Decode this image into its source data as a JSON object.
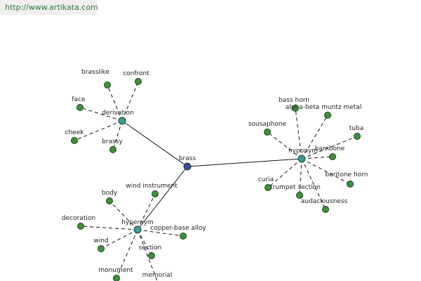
{
  "header": {
    "url": "http://www.artikata.com"
  },
  "colors": {
    "center": "#3a4fa0",
    "relation": "#3a9c9c",
    "leaf": "#3f8f3f",
    "stroke": "#1f3f1f",
    "edge": "#111111",
    "link": "#2c7a2c"
  },
  "graph": {
    "center": {
      "id": "brass",
      "label": "brass"
    },
    "relations": [
      {
        "id": "derivation",
        "label": "derivation",
        "leaves": [
          "brasslike",
          "confront",
          "face",
          "cheek",
          "brassy"
        ]
      },
      {
        "id": "hyponym",
        "label": "hyponym",
        "leaves": [
          "bass horn",
          "alpha-beta muntz metal",
          "sousaphone",
          "tuba",
          "bambone",
          "baritone horn",
          "audaciousness",
          "trumpet section",
          "curia"
        ]
      },
      {
        "id": "hypernym",
        "label": "hypernym",
        "leaves": [
          "body",
          "wind instrument",
          "decoration",
          "copper-base alloy",
          "wind",
          "section",
          "monument",
          "memorial"
        ]
      }
    ]
  }
}
